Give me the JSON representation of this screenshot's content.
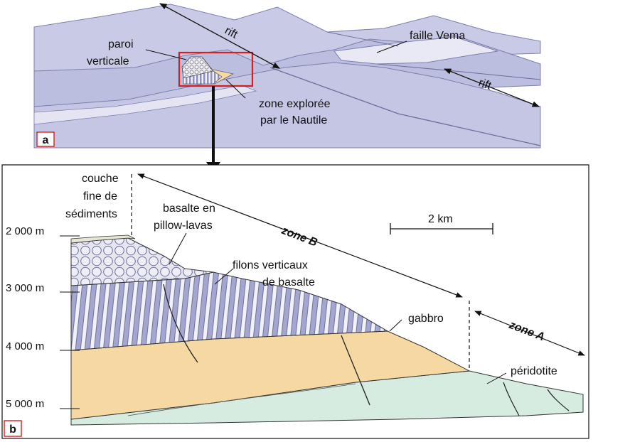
{
  "panel_a": {
    "badge": "a",
    "labels": {
      "rift_top": "rift",
      "faille": "faille Vema",
      "rift_right": "rift",
      "paroi_1": "paroi",
      "paroi_2": "verticale",
      "zone_1": "zone explorée",
      "zone_2": "par le Nautile"
    }
  },
  "panel_b": {
    "badge": "b",
    "labels": {
      "couche_1": "couche",
      "couche_2": "fine de",
      "couche_3": "sédiments",
      "basalte_1": "basalte en",
      "basalte_2": "pillow-lavas",
      "filons_1": "filons verticaux",
      "filons_2": "de basalte",
      "gabbro": "gabbro",
      "peridotite": "péridotite",
      "zone_b": "zone B",
      "zone_a": "zone A",
      "scale": "2 km"
    },
    "depths": [
      "2 000 m",
      "3 000 m",
      "4 000 m",
      "5 000 m"
    ]
  },
  "colors": {
    "relief": "#c4c6e4",
    "relief_dark": "#a9abd1",
    "relief_light": "#dcdcef",
    "gabbro": "#f6d9a2",
    "peridotite": "#d6ece0",
    "dyke": "#9fa3cc",
    "frame_red": "#d42020"
  }
}
